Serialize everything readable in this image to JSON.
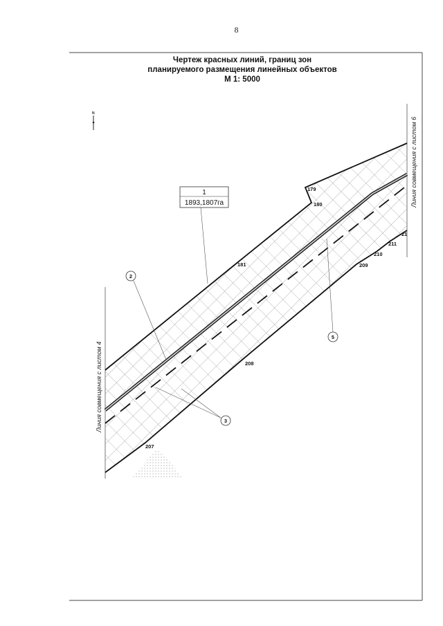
{
  "page_number": "8",
  "title": {
    "line1": "Чертеж красных линий, границ зон",
    "line2": "планируемого размещения линейных объектов",
    "scale": "М 1: 5000"
  },
  "north_label": "N",
  "side_labels": {
    "left": "Линия совмещения с листом 4",
    "right": "Линия совмещения с листом 6"
  },
  "zone_box": {
    "number": "1",
    "area": "1893,1807га"
  },
  "callouts": [
    "2",
    "3",
    "5"
  ],
  "points": [
    "179",
    "180",
    "181",
    "21",
    "211",
    "210",
    "209",
    "208",
    "207"
  ]
}
